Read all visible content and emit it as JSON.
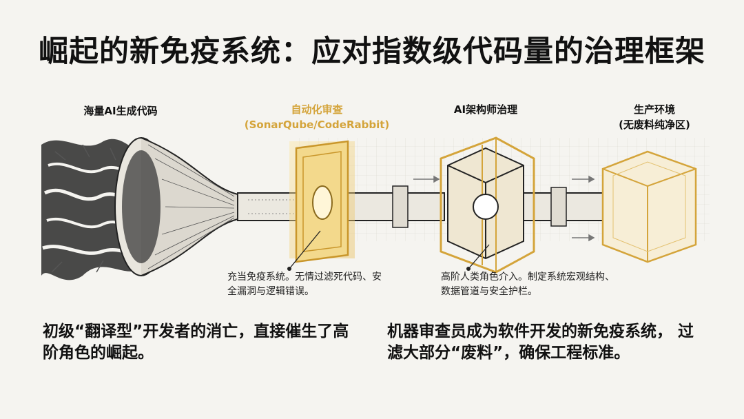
{
  "title": "崛起的新免疫系统：应对指数级代码量的治理框架",
  "stages": {
    "input": {
      "label": "海量AI生成代码"
    },
    "review": {
      "label": "自动化审查",
      "sublabel": "(SonarQube/CodeRabbit)"
    },
    "architect": {
      "label": "AI架构师治理"
    },
    "production": {
      "label": "生产环境",
      "sublabel": "(无废料纯净区)"
    }
  },
  "notes": {
    "review_note": "充当免疫系统。无情过滤死代码、安全漏洞与逻辑错误。",
    "architect_note": "高阶人类角色介入。制定系统宏观结构、数据管道与安全护栏。"
  },
  "bottom": {
    "left": "初级“翻译型”开发者的消亡，直接催生了高阶角色的崛起。",
    "right": "机器审查员成为软件开发的新免疫系统， 过滤大部分“废料”，确保工程标准。"
  },
  "colors": {
    "accent_gold": "#d4a43a",
    "ink": "#111111",
    "background": "#f5f4f0"
  }
}
